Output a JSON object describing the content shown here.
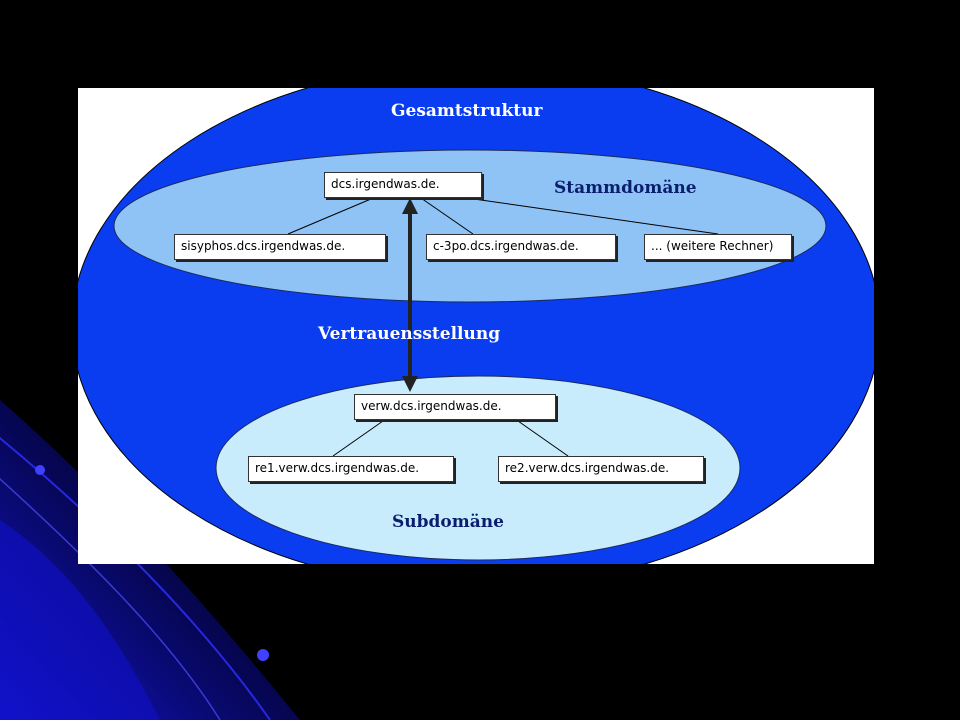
{
  "diagram": {
    "outer_title": "Gesamtstruktur",
    "root_domain": {
      "title": "Stammdomäne",
      "root_host": "dcs.irgendwas.de.",
      "children": [
        "sisyphos.dcs.irgendwas.de.",
        "c-3po.dcs.irgendwas.de.",
        "... (weitere Rechner)"
      ]
    },
    "trust_label": "Vertrauensstellung",
    "sub_domain": {
      "title": "Subdomäne",
      "root_host": "verw.dcs.irgendwas.de.",
      "children": [
        "re1.verw.dcs.irgendwas.de.",
        "re2.verw.dcs.irgendwas.de."
      ]
    }
  },
  "colors": {
    "outer_ellipse": "#0a3cf0",
    "root_ellipse": "#8fc3f5",
    "sub_ellipse": "#c8ecfb",
    "slide_background": "#000000",
    "slide_accent": "#1a1aff"
  }
}
